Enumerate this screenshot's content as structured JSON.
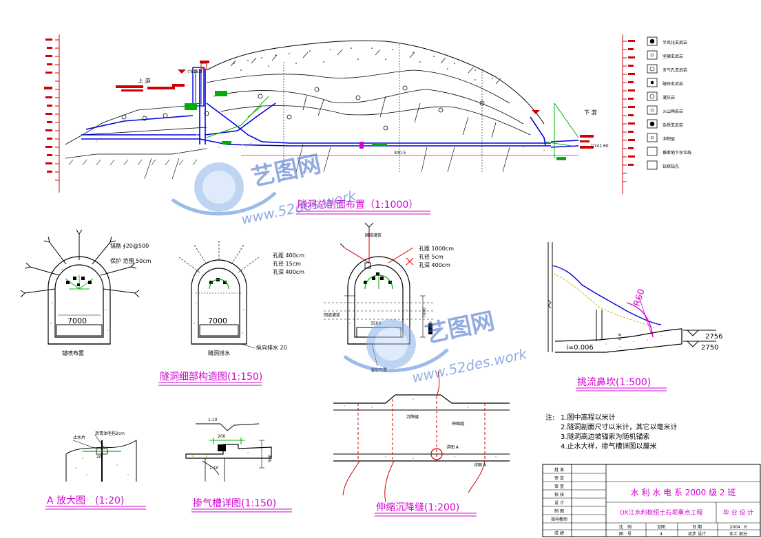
{
  "titles": {
    "main": "隧洞总剖面布置（1:1000）",
    "detail_structure": "隧洞细部构造图(1:150)",
    "flip_bucket": "挑流鼻坎(1:500)",
    "a_detail": "A 放大图　(1:20)",
    "aeration": "掺气槽详图(1:150)",
    "joint": "伸缩沉降缝(1:200)"
  },
  "profile": {
    "upstream": "上 游",
    "downstream": "下 游",
    "length_dim": "300.5",
    "elev_up": "▽818.0",
    "elev_down": "▽741.60"
  },
  "legend": [
    {
      "label": "半风化玄武岩",
      "icon": "weathered-basalt-icon"
    },
    {
      "label": "坚硬玄武岩",
      "icon": "hard-basalt-icon"
    },
    {
      "label": "多气孔玄武岩",
      "icon": "vesicular-basalt-icon"
    },
    {
      "label": "破碎玄武岩",
      "icon": "broken-basalt-icon"
    },
    {
      "label": "凝灰岩",
      "icon": "tuff-icon"
    },
    {
      "label": "火山角砾岩",
      "icon": "volcanic-breccia-icon"
    },
    {
      "label": "杂质玄武岩",
      "icon": "impure-basalt-icon"
    },
    {
      "label": "冲积层",
      "icon": "alluvium-icon"
    },
    {
      "label": "推断地下水位线",
      "icon": "groundwater-line-icon"
    },
    {
      "label": "钻探钻孔",
      "icon": "borehole-icon"
    }
  ],
  "section1": {
    "notes": [
      "锚筋 ∮20@500",
      "保护 范围 50cm"
    ],
    "width": "7000",
    "caption": "锚喷布置"
  },
  "section2": {
    "notes": [
      "孔距 400cm",
      "孔径 15cm",
      "孔深 400cm"
    ],
    "width": "7000",
    "caption": "隧洞排水",
    "drain": "纵向排水 20"
  },
  "section3": {
    "top_label": "固结灌浆",
    "notes": [
      "孔距 1000cm",
      "孔径 5cm",
      "孔深 400cm"
    ],
    "side_label": "回填灌浆",
    "bottom_label": "灌浆布置",
    "dim_a": "3500",
    "dim_b": "7000"
  },
  "bucket": {
    "radius": "R60",
    "slope": "i=0.006",
    "elev1": "2756",
    "elev2": "2750",
    "dim": "0.8"
  },
  "a_detail": {
    "stop": "止水片",
    "asphalt": "沥青油毛毡2cm",
    "dim": "20"
  },
  "aeration": {
    "slope_top": "1:10",
    "slope_bot": "1:10",
    "dim_top": "200",
    "dim_side": "500"
  },
  "joint": {
    "label1": "沉降缝",
    "label2": "伸缩缝",
    "label3": "详图 A"
  },
  "notes": {
    "prefix": "注:",
    "items": [
      "1.图中高程以米计",
      "2.隧洞剖面尺寸以米计，其它以毫米计",
      "3.隧洞高边坡锚索为随机锚索",
      "4.止水大样，掺气槽详图以厘米"
    ]
  },
  "title_block": {
    "roles": [
      "批 准",
      "审 定",
      "审 查",
      "校 核",
      "设 计",
      "制 图",
      "指导教师",
      "成 绩"
    ],
    "school": "水 利 水 电 系 2000 级 2 班",
    "project": "OX江水利枢纽土石坝重点工程",
    "stage": "毕 业 设 计",
    "scale_label": "比　例",
    "scale_value": "见图",
    "date_label": "日 期",
    "date_value": "2004 . 6",
    "drawing_no_label": "图　号",
    "drawing_no_value": "4",
    "design_stage": "初步 设计",
    "part": "水工 部分"
  },
  "watermark": {
    "brand": "艺图网",
    "url": "www.52des.work"
  }
}
